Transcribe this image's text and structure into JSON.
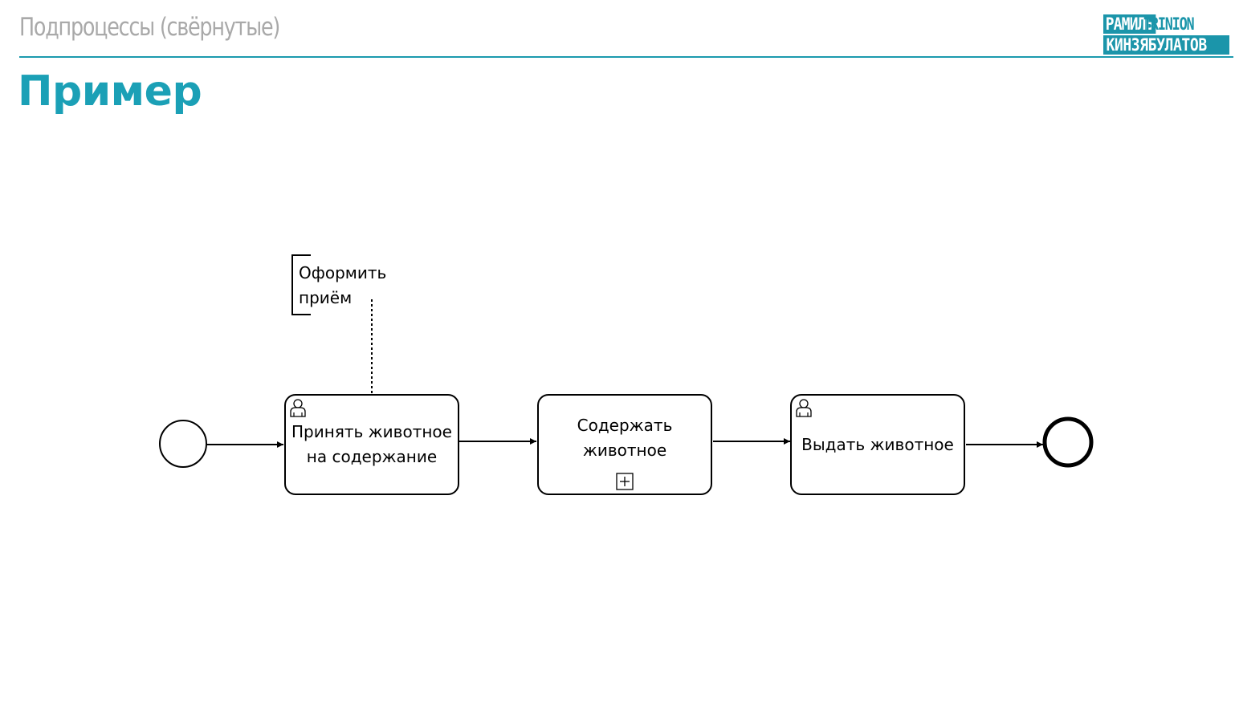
{
  "header": {
    "section_title": "Подпроцессы (свёрнутые)",
    "page_title": "Пример",
    "accent_color": "#1ba0b6"
  },
  "logo": {
    "line1": "РАМИЛЬ",
    "line1_tail": "TRINION",
    "line2": "КИНЗЯБУЛАТОВ"
  },
  "diagram": {
    "annotation": "Оформить\nприём",
    "tasks": [
      {
        "label": "Принять животное\nна содержание",
        "type": "user-task",
        "icon": "user-icon"
      },
      {
        "label": "Содержать\nживотное",
        "type": "collapsed-subprocess",
        "icon": "plus-marker-icon"
      },
      {
        "label": "Выдать животное",
        "type": "user-task",
        "icon": "user-icon"
      }
    ],
    "events": [
      {
        "type": "start-event"
      },
      {
        "type": "end-event"
      }
    ]
  }
}
